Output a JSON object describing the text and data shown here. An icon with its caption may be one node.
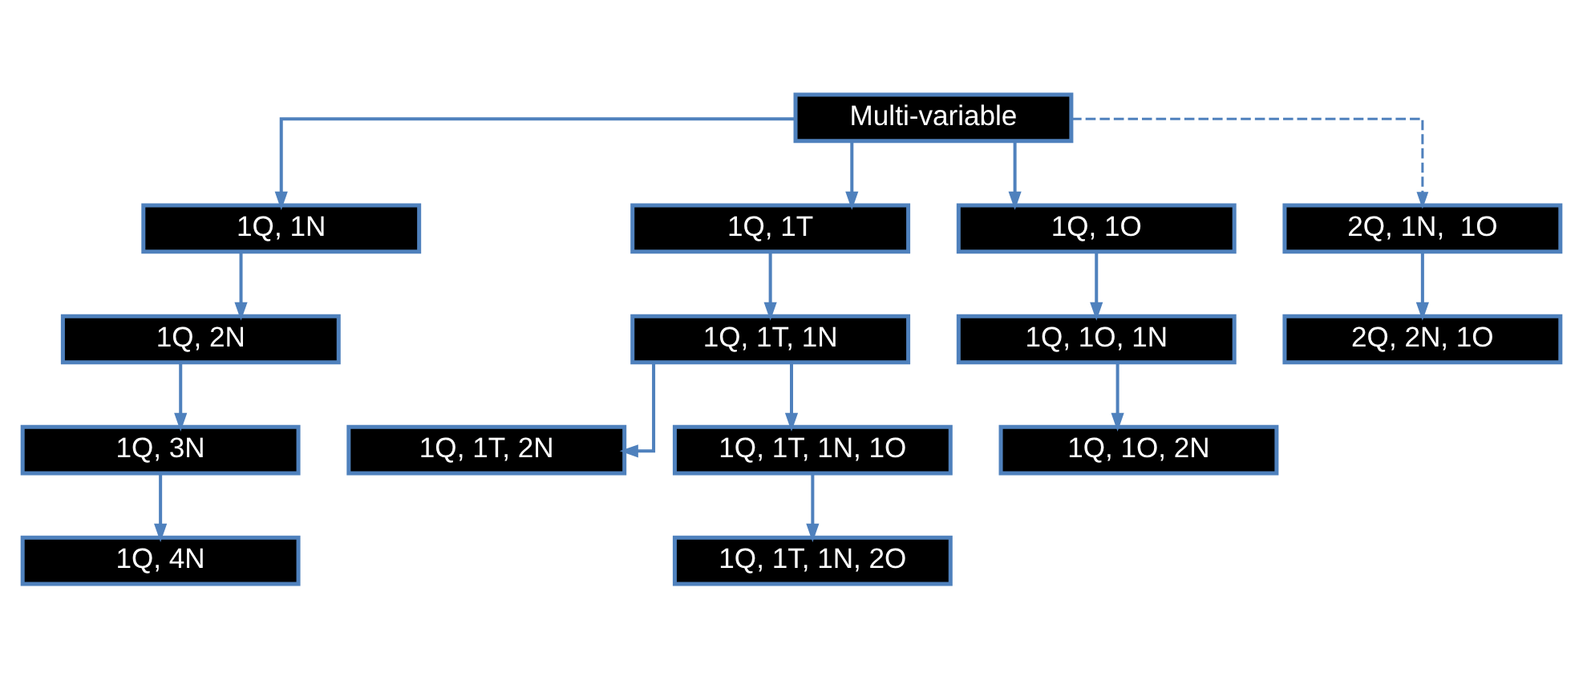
{
  "diagram": {
    "nodes": [
      {
        "text": [
          "Multi-variable"
        ]
      },
      {
        "text": [
          "1Q, 1N"
        ]
      },
      {
        "text": [
          "1Q, 1T"
        ]
      },
      {
        "text": [
          "1Q, 1O"
        ]
      },
      {
        "text": [
          "1Q, 2N"
        ]
      },
      {
        "text": [
          "1Q, 1T, 1N"
        ]
      },
      {
        "text": [
          "1Q, 1O, 1N"
        ]
      },
      {
        "text": [
          "2Q, 1N,  1O"
        ]
      },
      {
        "text": [
          "1Q, 3N"
        ]
      },
      {
        "text": [
          "1Q, 1T, 2N"
        ]
      },
      {
        "text": [
          "1Q, 1T, 1N, 1O"
        ]
      },
      {
        "text": [
          "1Q, 1O, 2N"
        ]
      },
      {
        "text": [
          "2Q, 2N, 1O"
        ]
      },
      {
        "text": [
          "1Q, 4N"
        ]
      },
      {
        "text": [
          "1Q, 1T, 1N, 2O"
        ]
      }
    ],
    "edges": [
      {
        "from": 0,
        "to": 7,
        "arrow": "to",
        "style": "dashed"
      },
      {
        "from": 0,
        "to": 1,
        "arrow": "to"
      },
      {
        "from": 0,
        "to": 2,
        "arrow": "to"
      },
      {
        "from": 0,
        "to": 3,
        "arrow": "to"
      },
      {
        "from": 1,
        "to": 4,
        "arrow": "to"
      },
      {
        "from": 4,
        "to": 8,
        "arrow": "to"
      },
      {
        "from": 8,
        "to": 13,
        "arrow": "to"
      },
      {
        "from": 7,
        "to": 12,
        "arrow": "to"
      },
      {
        "from": 2,
        "to": 5,
        "arrow": "to"
      },
      {
        "from": 5,
        "to": 9,
        "arrow": "to"
      },
      {
        "from": 5,
        "to": 10,
        "arrow": "to"
      },
      {
        "from": 10,
        "to": 14,
        "arrow": "to"
      },
      {
        "from": 3,
        "to": 6,
        "arrow": "to"
      },
      {
        "from": 6,
        "to": 11,
        "arrow": "to"
      }
    ]
  }
}
